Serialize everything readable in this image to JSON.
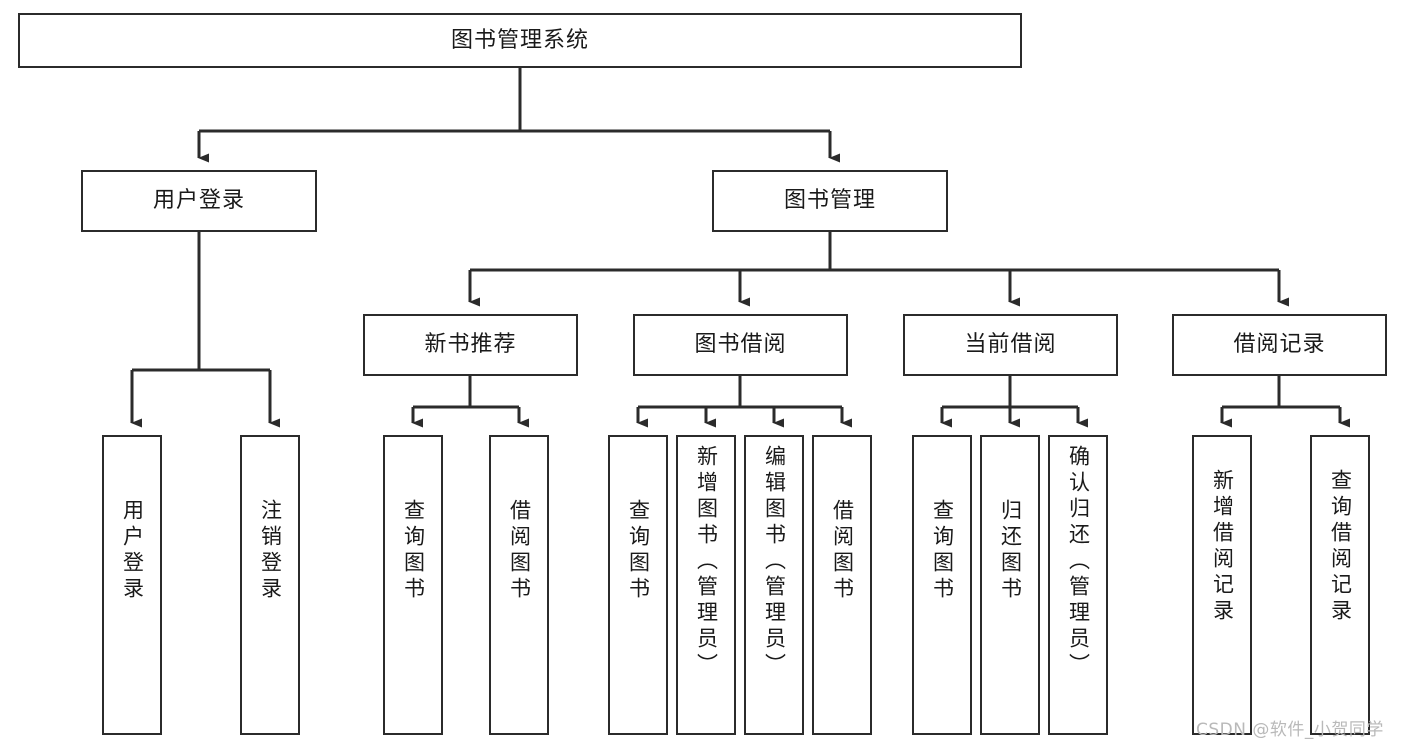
{
  "diagram": {
    "type": "hierarchy-tree",
    "title": "图书管理系统",
    "watermark": "CSDN @软件_小贺同学",
    "colors": {
      "stroke": "#2b2b2b",
      "fill": "#ffffff",
      "text": "#1a1a1a",
      "watermark": "#b9b9b9"
    },
    "nodes": {
      "root": {
        "label": "图书管理系统"
      },
      "level1": [
        {
          "id": "user-login",
          "label": "用户登录"
        },
        {
          "id": "book-manage",
          "label": "图书管理"
        }
      ],
      "level2": [
        {
          "id": "new-book-rec",
          "label": "新书推荐"
        },
        {
          "id": "book-borrow",
          "label": "图书借阅"
        },
        {
          "id": "current-borrow",
          "label": "当前借阅"
        },
        {
          "id": "borrow-record",
          "label": "借阅记录"
        }
      ],
      "leaves": {
        "user-login": [
          {
            "id": "leaf-user-login",
            "label": "用户登录"
          },
          {
            "id": "leaf-user-logout",
            "label": "注销登录"
          }
        ],
        "new-book-rec": [
          {
            "id": "leaf-query-book-1",
            "label": "查询图书"
          },
          {
            "id": "leaf-borrow-book-1",
            "label": "借阅图书"
          }
        ],
        "book-borrow": [
          {
            "id": "leaf-query-book-2",
            "label": "查询图书"
          },
          {
            "id": "leaf-add-book",
            "label": "新增图书（管理员）"
          },
          {
            "id": "leaf-edit-book",
            "label": "编辑图书（管理员）"
          },
          {
            "id": "leaf-borrow-book-2",
            "label": "借阅图书"
          }
        ],
        "current-borrow": [
          {
            "id": "leaf-query-book-3",
            "label": "查询图书"
          },
          {
            "id": "leaf-return-book",
            "label": "归还图书"
          },
          {
            "id": "leaf-confirm-return",
            "label": "确认归还（管理员）"
          }
        ],
        "borrow-record": [
          {
            "id": "leaf-add-record",
            "label": "新增借阅记录"
          },
          {
            "id": "leaf-query-record",
            "label": "查询借阅记录"
          }
        ]
      }
    },
    "edges": [
      {
        "from": "root",
        "to": "user-login"
      },
      {
        "from": "root",
        "to": "book-manage"
      },
      {
        "from": "book-manage",
        "to": "new-book-rec"
      },
      {
        "from": "book-manage",
        "to": "book-borrow"
      },
      {
        "from": "book-manage",
        "to": "current-borrow"
      },
      {
        "from": "book-manage",
        "to": "borrow-record"
      },
      {
        "from": "user-login",
        "to": "leaf-user-login"
      },
      {
        "from": "user-login",
        "to": "leaf-user-logout"
      },
      {
        "from": "new-book-rec",
        "to": "leaf-query-book-1"
      },
      {
        "from": "new-book-rec",
        "to": "leaf-borrow-book-1"
      },
      {
        "from": "book-borrow",
        "to": "leaf-query-book-2"
      },
      {
        "from": "book-borrow",
        "to": "leaf-add-book"
      },
      {
        "from": "book-borrow",
        "to": "leaf-edit-book"
      },
      {
        "from": "book-borrow",
        "to": "leaf-borrow-book-2"
      },
      {
        "from": "current-borrow",
        "to": "leaf-query-book-3"
      },
      {
        "from": "current-borrow",
        "to": "leaf-return-book"
      },
      {
        "from": "current-borrow",
        "to": "leaf-confirm-return"
      },
      {
        "from": "borrow-record",
        "to": "leaf-add-record"
      },
      {
        "from": "borrow-record",
        "to": "leaf-query-record"
      }
    ]
  }
}
